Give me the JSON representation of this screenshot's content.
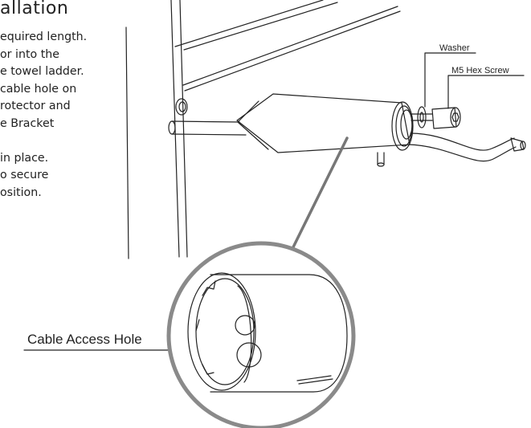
{
  "title": "allation",
  "instructions": [
    "equired length.",
    "or into the",
    "e towel ladder.",
    "cable hole on",
    "rotector and",
    "e Bracket",
    "",
    "in place.",
    "o secure",
    "osition."
  ],
  "labels": {
    "washer": "Washer",
    "hex_screw": "M5 Hex Screw",
    "cable_access_hole": "Cable Access Hole"
  },
  "colors": {
    "line": "#222222",
    "zoom_ring": "#8a8a8a",
    "zoom_connector": "#777777"
  }
}
